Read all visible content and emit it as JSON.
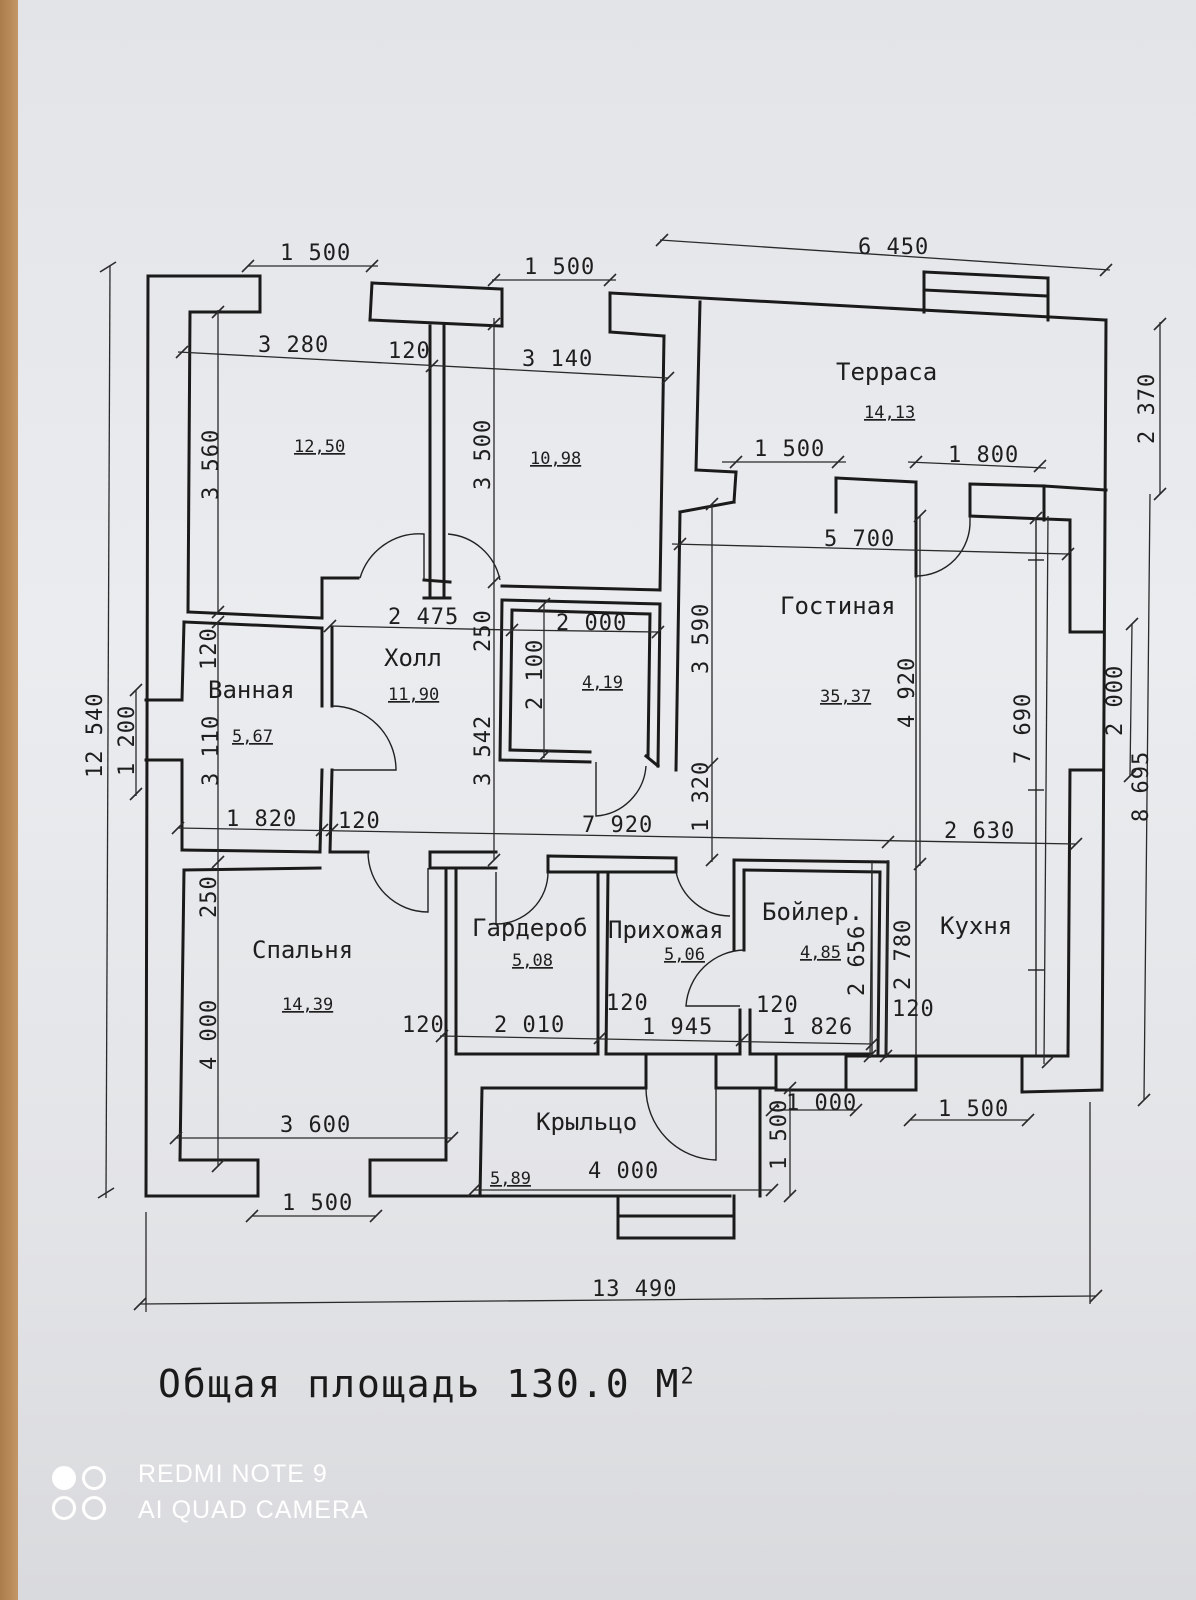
{
  "plan": {
    "rooms": [
      {
        "name": "",
        "area": "12,50"
      },
      {
        "name": "",
        "area": "10,98"
      },
      {
        "name": "Терраса",
        "area": "14,13"
      },
      {
        "name": "Гостиная",
        "area": "35,37"
      },
      {
        "name": "Холл",
        "area": "11,90"
      },
      {
        "name": "",
        "area": "4,19"
      },
      {
        "name": "Ванная",
        "area": "5,67"
      },
      {
        "name": "Спальня",
        "area": "14,39"
      },
      {
        "name": "Гардероб",
        "area": "5,08"
      },
      {
        "name": "Прихожая",
        "area": "5,06"
      },
      {
        "name": "Бойлер.",
        "area": "4,85"
      },
      {
        "name": "Кухня",
        "area": ""
      },
      {
        "name": "Крыльцо",
        "area": "5,89"
      }
    ],
    "dimensions": [
      "1 500",
      "1 500",
      "6 450",
      "3 280",
      "120",
      "3 140",
      "3 560",
      "3 500",
      "1 500",
      "1 800",
      "5 700",
      "2 370",
      "2 475",
      "250",
      "2 000",
      "2 100",
      "3 590",
      "120",
      "1 200",
      "3 110",
      "12 540",
      "3 542",
      "4 920",
      "7 690",
      "2 000",
      "8 695",
      "1 820",
      "120",
      "7 920",
      "1 320",
      "2 630",
      "250",
      "4 000",
      "120",
      "2 010",
      "120",
      "1 945",
      "120",
      "1 826",
      "2 656",
      "2 780",
      "120",
      "3 600",
      "1 000",
      "1 500",
      "4 000",
      "1 500",
      "1 500",
      "13 490"
    ],
    "total_area_label": "Общая площадь 130.0 М",
    "total_area_unit_sup": "2"
  },
  "watermark": {
    "line1": "REDMI NOTE 9",
    "line2": "AI QUAD CAMERA",
    "color": "#ffffff"
  },
  "colors": {
    "ink": "#1a1a1a",
    "paper": "#e6e7ea"
  }
}
